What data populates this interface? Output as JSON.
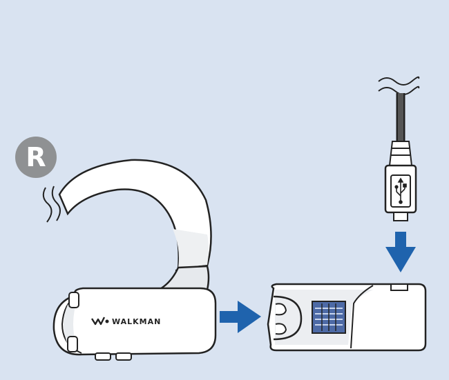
{
  "side_badge": "R",
  "brand_text": "WALKMAN",
  "colors": {
    "background": "#d9e3f1",
    "arrow": "#1f63ad",
    "badge": "#8f9193",
    "outline": "#222222",
    "body": "#ffffff",
    "shade": "#e9ecef",
    "connector": "#4d6aa6"
  },
  "icons": [
    "usb-icon",
    "walkman-logo"
  ]
}
